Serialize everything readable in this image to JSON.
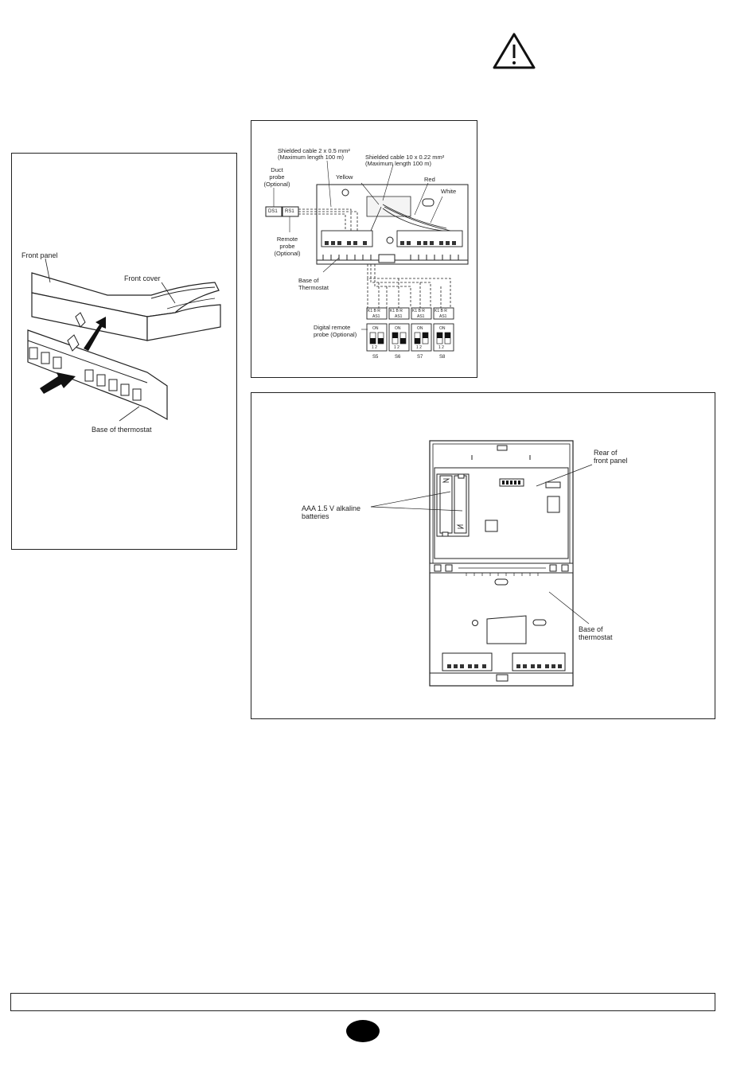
{
  "figure1": {
    "front_panel": "Front panel",
    "front_cover": "Front cover",
    "base": "Base of thermostat"
  },
  "figure2": {
    "cable_2": "Shielded cable 2 x 0.5 mm²",
    "cable_2_len": "(Maximum length 100 m)",
    "cable_10": "Shielded cable 10 x 0.22 mm²",
    "cable_10_len": "(Maximum length 100 m)",
    "duct_probe": [
      "Duct",
      "probe",
      "(Optional)"
    ],
    "yellow": "Yellow",
    "red": "Red",
    "white": "White",
    "ds1": "DS1",
    "rs1": "RS1",
    "remote_probe": [
      "Remote",
      "probe",
      "(Optional)"
    ],
    "base": [
      "Base of",
      "Thermostat"
    ],
    "digital_probe": [
      "Digital remote",
      "probe (Optional)"
    ],
    "probes": [
      {
        "id": "S5",
        "as": "AS1",
        "terms": "K1 B R",
        "on": "ON"
      },
      {
        "id": "S6",
        "as": "AS1",
        "terms": "K1 B R",
        "on": "ON"
      },
      {
        "id": "S7",
        "as": "AS1",
        "terms": "K1 B R",
        "on": "ON"
      },
      {
        "id": "S8",
        "as": "AS1",
        "terms": "K1 B R",
        "on": "ON"
      }
    ],
    "switch_nums": "1  2"
  },
  "figure3": {
    "rear_panel": [
      "Rear of",
      "front panel"
    ],
    "batteries": [
      "AAA 1.5 V alkaline",
      "batteries"
    ],
    "base": [
      "Base of",
      "thermostat"
    ]
  },
  "icons": {
    "warning": "warning-triangle-icon"
  }
}
